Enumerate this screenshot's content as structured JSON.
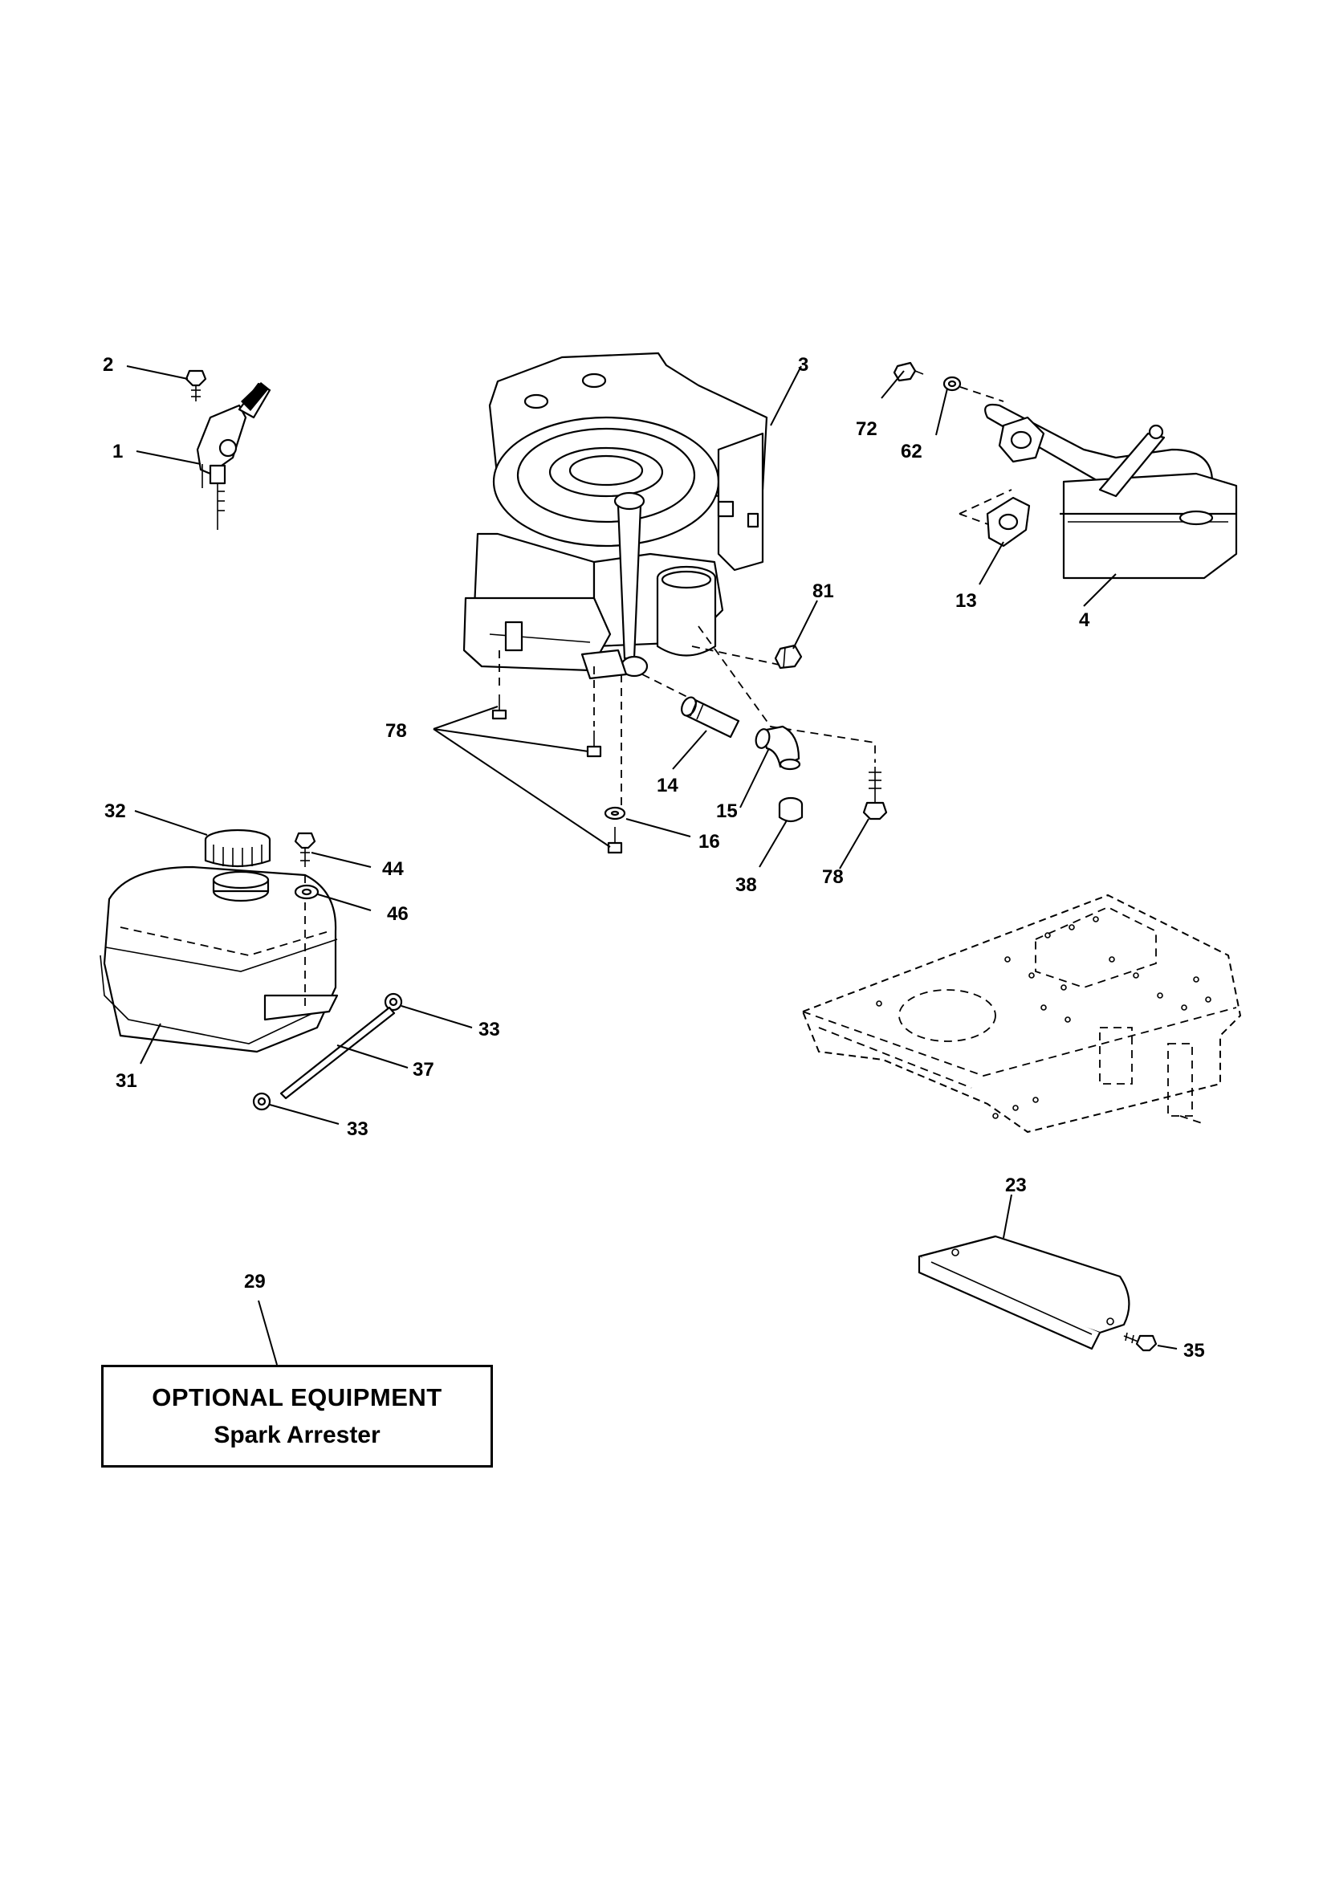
{
  "callouts": {
    "c1": "1",
    "c2": "2",
    "c3": "3",
    "c4": "4",
    "c13": "13",
    "c14": "14",
    "c15": "15",
    "c16": "16",
    "c23": "23",
    "c29": "29",
    "c31": "31",
    "c32": "32",
    "c33a": "33",
    "c33b": "33",
    "c35": "35",
    "c37": "37",
    "c38": "38",
    "c44": "44",
    "c46": "46",
    "c62": "62",
    "c72": "72",
    "c78a": "78",
    "c78b": "78",
    "c81": "81"
  },
  "optional_box": {
    "title": "OPTIONAL EQUIPMENT",
    "item": "Spark Arrester"
  }
}
